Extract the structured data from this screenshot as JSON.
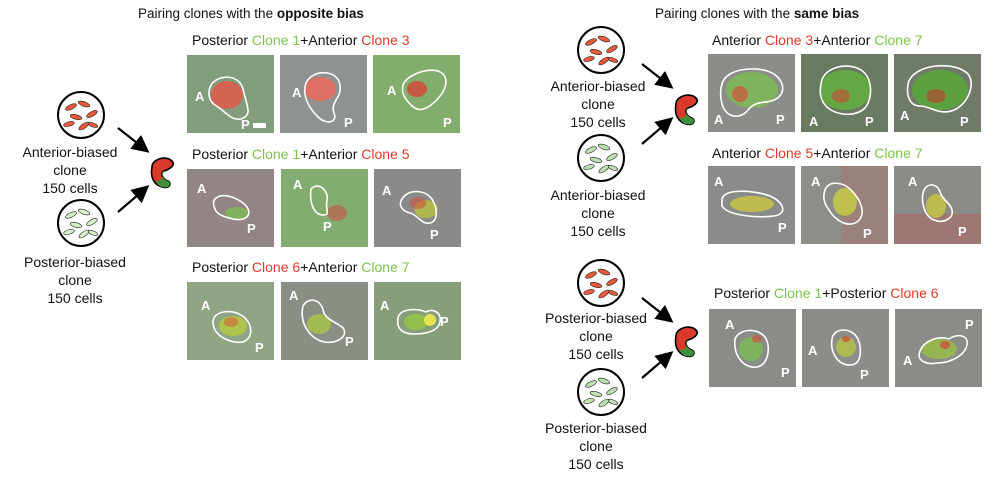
{
  "left": {
    "title_prefix": "Pairing clones with the ",
    "title_bold": "opposite bias",
    "clone_top": {
      "line1": "Anterior-biased",
      "line2": "clone",
      "line3": "150 cells"
    },
    "clone_bottom": {
      "line1": "Posterior-biased",
      "line2": "clone",
      "line3": "150 cells"
    },
    "rows": [
      {
        "a": "Posterior ",
        "b": "Clone 1",
        "c": "+Anterior ",
        "d": "Clone 3"
      },
      {
        "a": "Posterior ",
        "b": "Clone 1",
        "c": "+Anterior ",
        "d": "Clone 5"
      },
      {
        "a": "Posterior ",
        "b": "Clone 6",
        "c": "+Anterior ",
        "d": "Clone 7"
      }
    ]
  },
  "right": {
    "title_prefix": "Pairing clones with the ",
    "title_bold": "same bias",
    "group1_top": {
      "line1": "Anterior-biased",
      "line2": "clone",
      "line3": "150 cells"
    },
    "group1_bottom": {
      "line1": "Anterior-biased",
      "line2": "clone",
      "line3": "150 cells"
    },
    "group2_top": {
      "line1": "Posterior-biased",
      "line2": "clone",
      "line3": "150 cells"
    },
    "group2_bottom": {
      "line1": "Posterior-biased",
      "line2": "clone",
      "line3": "150 cells"
    },
    "rows": [
      {
        "a": "Anterior ",
        "b": "Clone 3",
        "c": "+Anterior ",
        "d": "Clone 7"
      },
      {
        "a": "Anterior ",
        "b": "Clone 5",
        "c": "+Anterior ",
        "d": "Clone 7"
      },
      {
        "a": "Posterior ",
        "b": "Clone 1",
        "c": "+Posterior ",
        "d": "Clone 6"
      }
    ]
  },
  "axis_labels": {
    "anterior": "A",
    "posterior": "P"
  },
  "colors": {
    "green_text": "#7cc34a",
    "red_text": "#e03a2a",
    "embryo_red": "#d93a2b",
    "embryo_green": "#3f8f3a"
  }
}
